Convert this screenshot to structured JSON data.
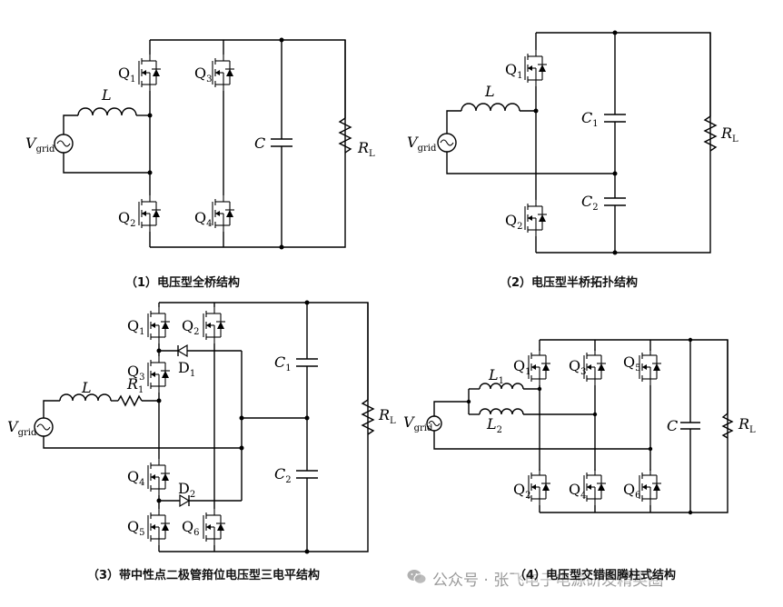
{
  "captions": {
    "c1": "（1）电压型全桥结构",
    "c2": "（2）电压型半桥拓扑结构",
    "c3": "（3）带中性点二极管箝位电压型三电平结构",
    "c4": "（4）电压型交错图腾柱式结构"
  },
  "labels": {
    "d1": {
      "L": "L",
      "Q1": "Q",
      "Q1s": "1",
      "Q2": "Q",
      "Q2s": "2",
      "Q3": "Q",
      "Q3s": "3",
      "Q4": "Q",
      "Q4s": "4",
      "C": "C",
      "R": "R",
      "Rs": "L",
      "V": "V",
      "Vs": "grid"
    },
    "d2": {
      "L": "L",
      "Q1": "Q",
      "Q1s": "1",
      "Q2": "Q",
      "Q2s": "2",
      "C1": "C",
      "C1s": "1",
      "C2": "C",
      "C2s": "2",
      "R": "R",
      "Rs": "L",
      "V": "V",
      "Vs": "grid"
    },
    "d3": {
      "L": "L",
      "R1": "R",
      "R1s": "1",
      "Q1": "Q",
      "Q1s": "1",
      "Q2": "Q",
      "Q2s": "2",
      "Q3": "Q",
      "Q3s": "3",
      "Q4": "Q",
      "Q4s": "4",
      "Q5": "Q",
      "Q5s": "5",
      "Q6": "Q",
      "Q6s": "6",
      "D1": "D",
      "D1s": "1",
      "D2": "D",
      "D2s": "2",
      "C1": "C",
      "C1s": "1",
      "C2": "C",
      "C2s": "2",
      "R": "R",
      "Rs": "L",
      "V": "V",
      "Vs": "grid"
    },
    "d4": {
      "L1": "L",
      "L1s": "1",
      "L2": "L",
      "L2s": "2",
      "Q1": "Q",
      "Q1s": "1",
      "Q2": "Q",
      "Q2s": "2",
      "Q3": "Q",
      "Q3s": "3",
      "Q4": "Q",
      "Q4s": "4",
      "Q5": "Q",
      "Q5s": "5",
      "Q6": "Q",
      "Q6s": "6",
      "C": "C",
      "R": "R",
      "Rs": "L",
      "V": "V",
      "Vs": "grid"
    }
  },
  "watermark": "公众号 · 张飞电子电源研发精英圈"
}
